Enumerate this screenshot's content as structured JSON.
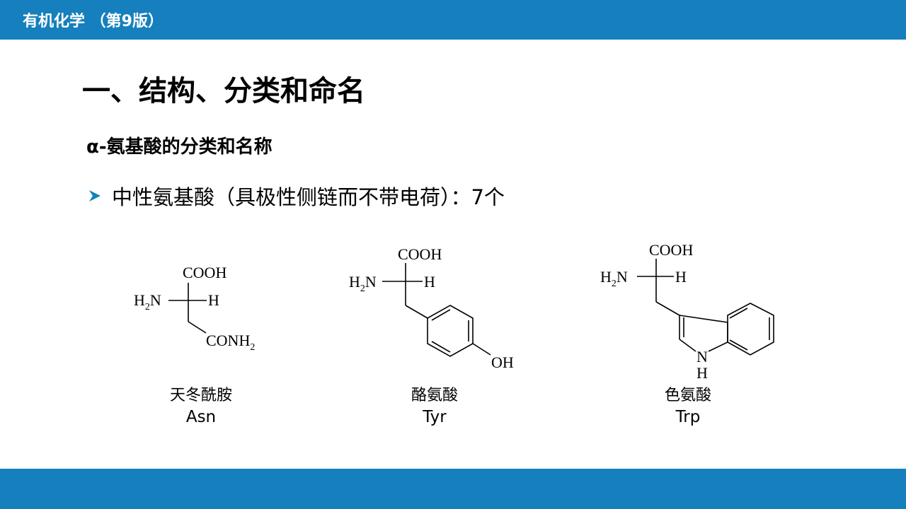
{
  "header": {
    "title": "有机化学  （第9版）"
  },
  "slide": {
    "heading": "一、结构、分类和命名",
    "subheading": "α-氨基酸的分类和名称",
    "bullet": "中性氨基酸（具极性侧链而不带电荷）：7个"
  },
  "molecules": [
    {
      "name": "天冬酰胺",
      "abbr": "Asn",
      "groups": {
        "top": "COOH",
        "amine": "H",
        "amine_sub": "2",
        "amine_n": "N",
        "right": "H",
        "side": "CONH",
        "side_sub": "2"
      }
    },
    {
      "name": "酪氨酸",
      "abbr": "Tyr",
      "groups": {
        "top": "COOH",
        "amine": "H",
        "amine_sub": "2",
        "amine_n": "N",
        "right": "H",
        "side": "OH"
      }
    },
    {
      "name": "色氨酸",
      "abbr": "Trp",
      "groups": {
        "top": "COOH",
        "amine": "H",
        "amine_sub": "2",
        "amine_n": "N",
        "right": "H",
        "ring_n": "N",
        "ring_h": "H"
      }
    }
  ],
  "colors": {
    "bar": "#1580bd",
    "arrow": "#1580bd"
  },
  "icons": {
    "bullet": "arrow-right-icon"
  }
}
